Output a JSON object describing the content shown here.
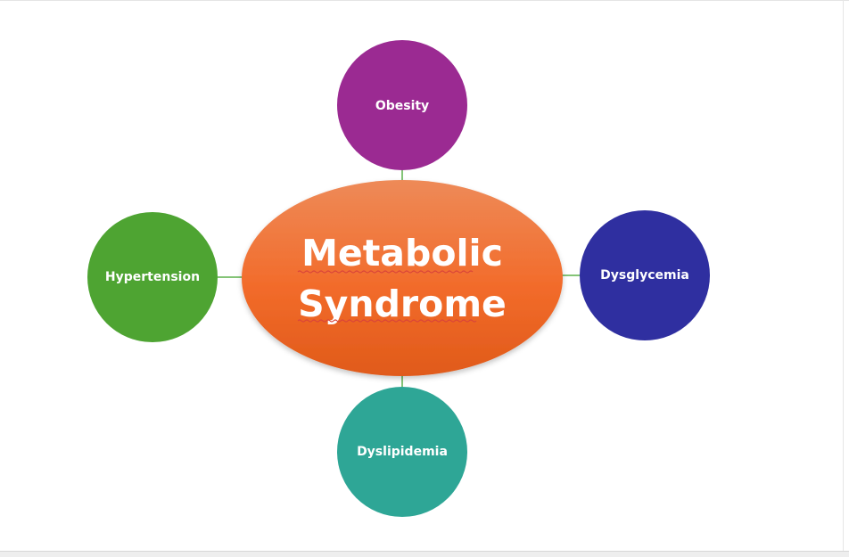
{
  "diagram": {
    "center": {
      "line1": "Metabolic",
      "line2": "Syndrome",
      "color_top": "#ee8a58",
      "color_bottom": "#e05a1a"
    },
    "nodes": {
      "obesity": {
        "label": "Obesity",
        "color": "#9b2a92"
      },
      "hypertension": {
        "label": "Hypertension",
        "color": "#4ea432"
      },
      "dysglycemia": {
        "label": "Dysglycemia",
        "color": "#2f2fa0"
      },
      "dyslipidemia": {
        "label": "Dyslipidemia",
        "color": "#2ea696"
      }
    },
    "connector_color": "#5bb04a"
  }
}
